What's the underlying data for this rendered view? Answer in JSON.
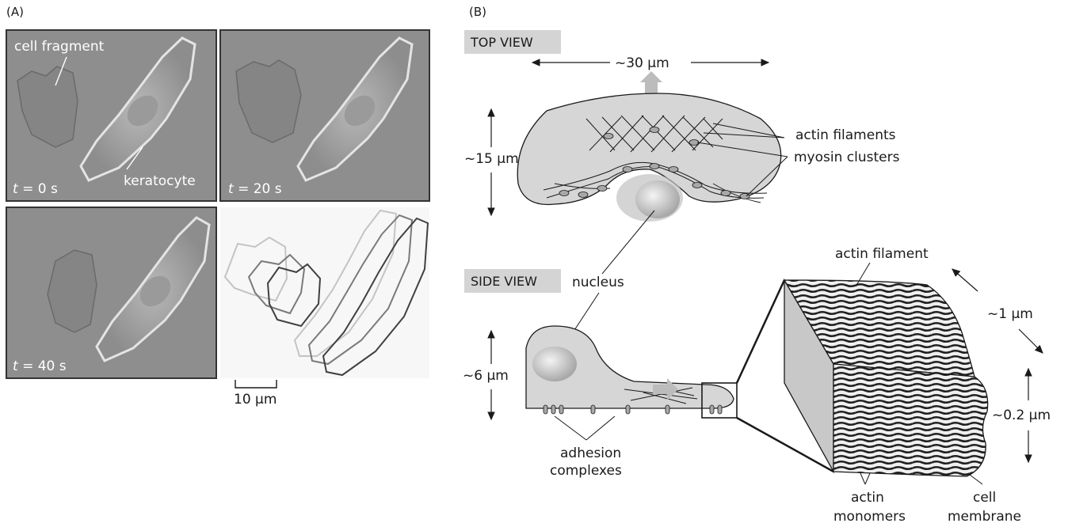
{
  "panel_a": {
    "label": "(A)",
    "frames": [
      {
        "t_var": "t",
        "t_rest": " = 0 s"
      },
      {
        "t_var": "t",
        "t_rest": " = 20 s"
      },
      {
        "t_var": "t",
        "t_rest": " = 40 s"
      }
    ],
    "cell_fragment_label": "cell fragment",
    "keratocyte_label": "keratocyte",
    "scale_bar_label": "10 µm"
  },
  "panel_b": {
    "label": "(B)",
    "top_view": {
      "title": "TOP VIEW",
      "width_label": "~30 µm",
      "height_label": "~15 µm",
      "actin_label": "actin filaments",
      "myosin_label": "myosin clusters"
    },
    "side_view": {
      "title": "SIDE VIEW",
      "nucleus_label": "nucleus",
      "height_label": "~6 µm",
      "adhesion_label_1": "adhesion",
      "adhesion_label_2": "complexes"
    },
    "zoom": {
      "actin_filament_label": "actin filament",
      "depth_label": "~1 µm",
      "thickness_label": "~0.2 µm",
      "monomers_label_1": "actin",
      "monomers_label_2": "monomers",
      "membrane_label_1": "cell",
      "membrane_label_2": "membrane"
    }
  },
  "colors": {
    "micrograph_bg": "#8d8d8d",
    "cell_fill": "#d6d6d6",
    "view_tag_bg": "#d4d4d4"
  }
}
